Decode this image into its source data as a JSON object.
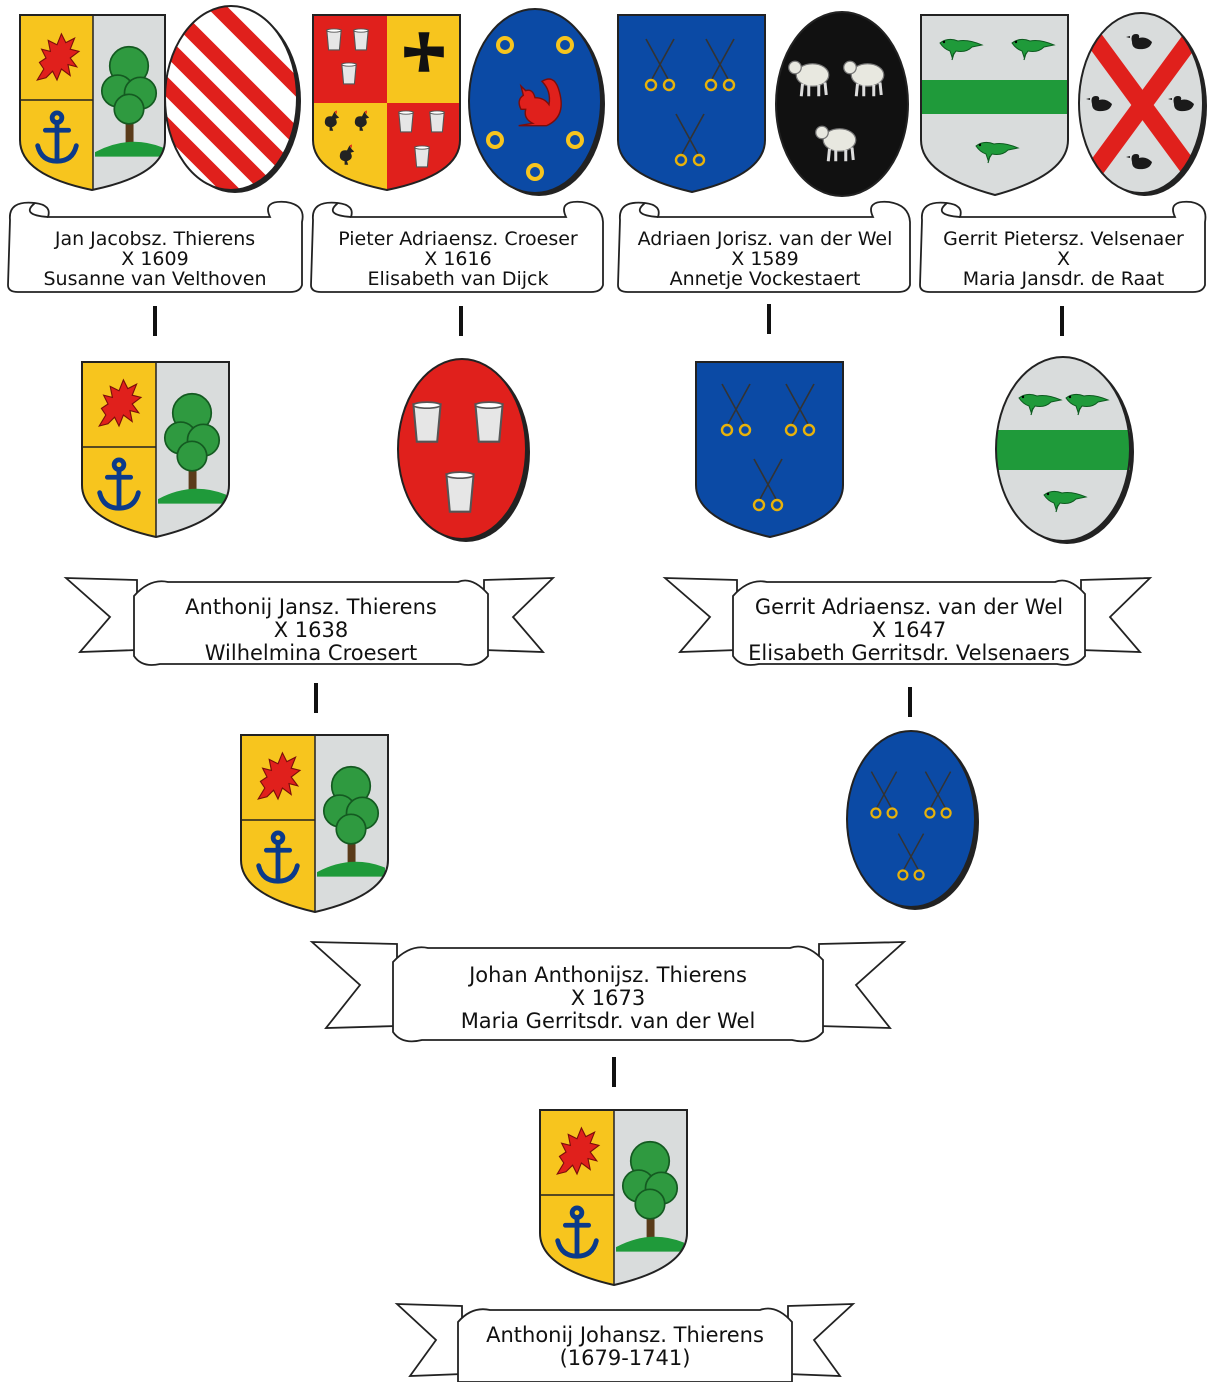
{
  "generation1": [
    {
      "line1": "Jan Jacobsz. Thierens",
      "line2": "X 1609",
      "line3": "Susanne van Velthoven"
    },
    {
      "line1": "Pieter Adriaensz. Croeser",
      "line2": "X 1616",
      "line3": "Elisabeth van Dijck"
    },
    {
      "line1": "Adriaen Jorisz. van der Wel",
      "line2": "X 1589",
      "line3": "Annetje Vockestaert"
    },
    {
      "line1": "Gerrit Pietersz. Velsenaer",
      "line2": "X",
      "line3": "Maria Jansdr. de Raat"
    }
  ],
  "generation2": [
    {
      "line1": "Anthonij Jansz. Thierens",
      "line2": "X 1638",
      "line3": "Wilhelmina Croesert"
    },
    {
      "line1": "Gerrit Adriaensz. van der Wel",
      "line2": "X 1647",
      "line3": "Elisabeth Gerritsdr. Velsenaers"
    }
  ],
  "generation3": {
    "line1": "Johan Anthonijsz. Thierens",
    "line2": "X 1673",
    "line3": "Maria Gerritsdr. van der Wel"
  },
  "generation4": {
    "line1": "Anthonij Johansz. Thierens",
    "line2": "(1679-1741)"
  },
  "colors": {
    "gold": "#f7c51e",
    "red": "#e0201c",
    "blue": "#0b4aa5",
    "green": "#1f9a3a",
    "tree_green": "#2f9a40",
    "silver": "#d9dcdc",
    "black": "#111111",
    "outline": "#222222"
  },
  "icons": [
    "lion-icon",
    "anchor-icon",
    "tree-icon",
    "bend-stripes-icon",
    "cup-icon",
    "cross-icon",
    "rooster-icon",
    "squirrel-icon",
    "ring-icon",
    "scissors-icon",
    "sheep-icon",
    "bird-icon",
    "duck-icon",
    "saltire-icon"
  ]
}
